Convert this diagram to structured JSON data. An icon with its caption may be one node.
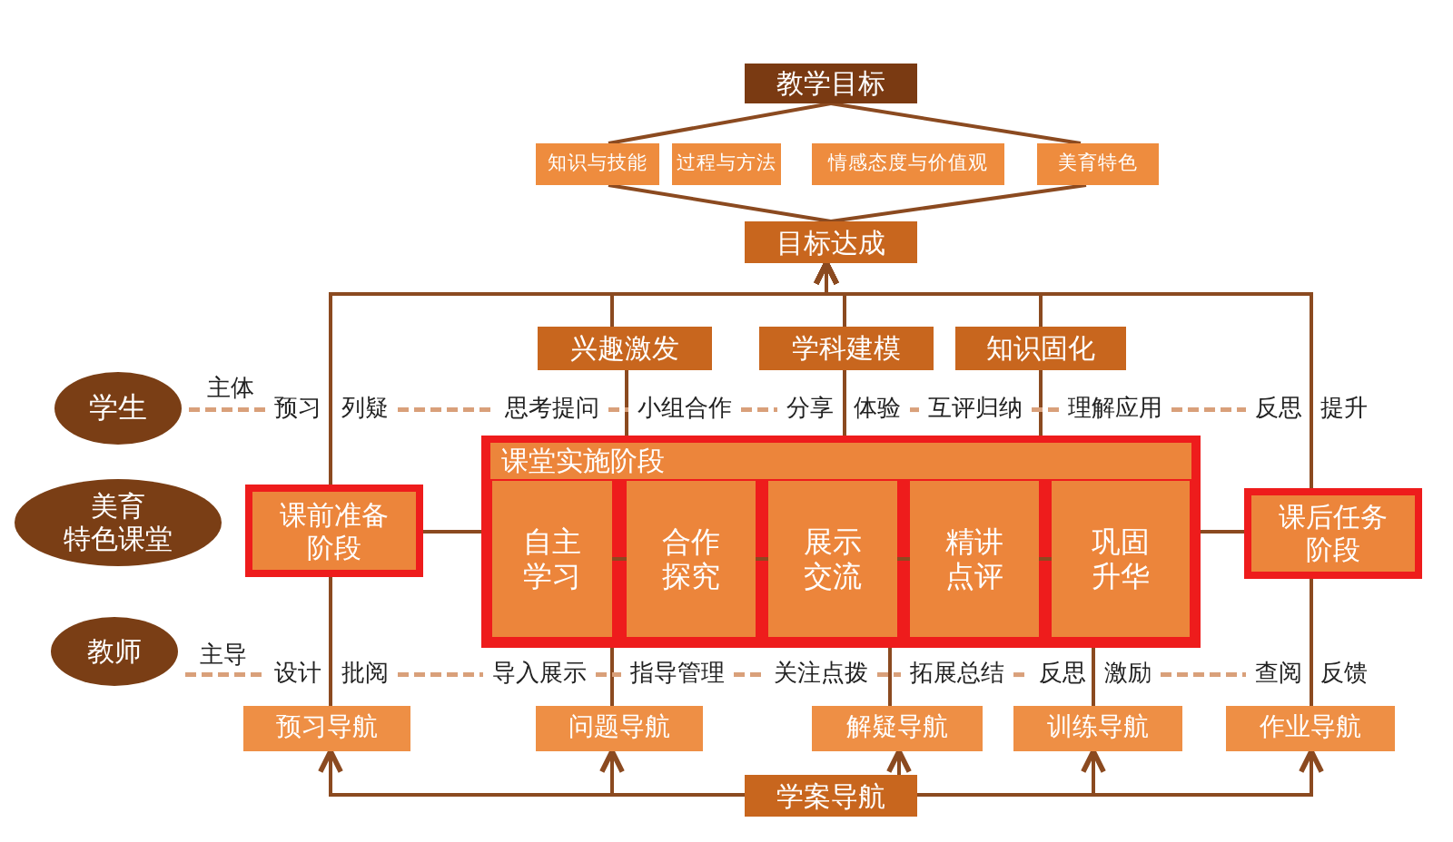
{
  "diagram": {
    "nodes": [
      {
        "text": [
          "教学目标"
        ]
      },
      {
        "text": [
          "知识与技能"
        ]
      },
      {
        "text": [
          "过程与方法"
        ]
      },
      {
        "text": [
          "情感态度与价值观"
        ]
      },
      {
        "text": [
          "美育特色"
        ]
      },
      {
        "text": [
          "目标达成"
        ]
      },
      {
        "text": [
          "兴趣激发"
        ]
      },
      {
        "text": [
          "学科建模"
        ]
      },
      {
        "text": [
          "知识固化"
        ]
      },
      {
        "text": [
          "学生"
        ]
      },
      {
        "text": [
          "美育特色课堂"
        ]
      },
      {
        "text": [
          "教师"
        ]
      },
      {
        "text": [
          "课前准备阶段"
        ]
      },
      {
        "text": [
          "课堂实施阶段"
        ]
      },
      {
        "text": [
          "自主学习"
        ],
        "in": 13
      },
      {
        "text": [
          "合作探究"
        ],
        "in": 13
      },
      {
        "text": [
          "展示交流"
        ],
        "in": 13
      },
      {
        "text": [
          "精讲点评"
        ],
        "in": 13
      },
      {
        "text": [
          "巩固升华"
        ],
        "in": 13
      },
      {
        "text": [
          "课后任务阶段"
        ]
      },
      {
        "text": [
          "预习导航"
        ]
      },
      {
        "text": [
          "问题导航"
        ]
      },
      {
        "text": [
          "解疑导航"
        ]
      },
      {
        "text": [
          "训练导航"
        ]
      },
      {
        "text": [
          "作业导航"
        ]
      },
      {
        "text": [
          "学案导航"
        ]
      },
      {
        "text": [
          "预习"
        ]
      },
      {
        "text": [
          "列疑"
        ]
      },
      {
        "text": [
          "思考提问"
        ]
      },
      {
        "text": [
          "小组合作"
        ]
      },
      {
        "text": [
          "分享"
        ]
      },
      {
        "text": [
          "体验"
        ]
      },
      {
        "text": [
          "互评归纳"
        ]
      },
      {
        "text": [
          "理解应用"
        ]
      },
      {
        "text": [
          "反思"
        ]
      },
      {
        "text": [
          "提升"
        ]
      },
      {
        "text": [
          "设计"
        ]
      },
      {
        "text": [
          "批阅"
        ]
      },
      {
        "text": [
          "导入展示"
        ]
      },
      {
        "text": [
          "指导管理"
        ]
      },
      {
        "text": [
          "关注点拨"
        ]
      },
      {
        "text": [
          "拓展总结"
        ]
      },
      {
        "text": [
          "反思"
        ]
      },
      {
        "text": [
          "激励"
        ]
      },
      {
        "text": [
          "查阅"
        ]
      },
      {
        "text": [
          "反馈"
        ]
      }
    ],
    "edges": [
      {
        "from": 0,
        "to": 1,
        "arrow": "none"
      },
      {
        "from": 0,
        "to": 4,
        "arrow": "none"
      },
      {
        "from": 1,
        "to": 5,
        "arrow": "none"
      },
      {
        "from": 4,
        "to": 5,
        "arrow": "none"
      },
      {
        "from": 12,
        "to": 5,
        "arrow": "to"
      },
      {
        "from": 6,
        "to": 5,
        "arrow": "to"
      },
      {
        "from": 7,
        "to": 5,
        "arrow": "to"
      },
      {
        "from": 8,
        "to": 5,
        "arrow": "to"
      },
      {
        "from": 19,
        "to": 5,
        "arrow": "to"
      },
      {
        "from": 13,
        "to": 6,
        "arrow": "none"
      },
      {
        "from": 13,
        "to": 7,
        "arrow": "none"
      },
      {
        "from": 13,
        "to": 8,
        "arrow": "none"
      },
      {
        "from": 12,
        "to": 13,
        "arrow": "none"
      },
      {
        "from": 13,
        "to": 19,
        "arrow": "none"
      },
      {
        "from": 14,
        "to": 15,
        "arrow": "none"
      },
      {
        "from": 15,
        "to": 16,
        "arrow": "none"
      },
      {
        "from": 16,
        "to": 17,
        "arrow": "none"
      },
      {
        "from": 17,
        "to": 18,
        "arrow": "none"
      },
      {
        "from": 20,
        "to": 12,
        "arrow": "none"
      },
      {
        "from": 21,
        "to": 13,
        "arrow": "none"
      },
      {
        "from": 22,
        "to": 13,
        "arrow": "none"
      },
      {
        "from": 23,
        "to": 13,
        "arrow": "none"
      },
      {
        "from": 24,
        "to": 19,
        "arrow": "none"
      },
      {
        "from": 25,
        "to": 20,
        "arrow": "to"
      },
      {
        "from": 25,
        "to": 21,
        "arrow": "to"
      },
      {
        "from": 25,
        "to": 22,
        "arrow": "to"
      },
      {
        "from": 25,
        "to": 23,
        "arrow": "to"
      },
      {
        "from": 25,
        "to": 24,
        "arrow": "to"
      },
      {
        "from": 9,
        "to": 26,
        "arrow": "none",
        "label": "主体",
        "style": "dashed",
        "color": "#d9a07a"
      },
      {
        "from": 27,
        "to": 28,
        "arrow": "none",
        "style": "dashed",
        "color": "#d9a07a"
      },
      {
        "from": 28,
        "to": 29,
        "arrow": "none",
        "style": "dashed",
        "color": "#d9a07a"
      },
      {
        "from": 29,
        "to": 30,
        "arrow": "none",
        "style": "dashed",
        "color": "#d9a07a"
      },
      {
        "from": 31,
        "to": 32,
        "arrow": "none",
        "style": "dashed",
        "color": "#d9a07a"
      },
      {
        "from": 32,
        "to": 33,
        "arrow": "none",
        "style": "dashed",
        "color": "#d9a07a"
      },
      {
        "from": 33,
        "to": 34,
        "arrow": "none",
        "style": "dashed",
        "color": "#d9a07a"
      },
      {
        "from": 11,
        "to": 36,
        "arrow": "none",
        "label": "主导",
        "style": "dashed",
        "color": "#d9a07a"
      },
      {
        "from": 37,
        "to": 38,
        "arrow": "none",
        "style": "dashed",
        "color": "#d9a07a"
      },
      {
        "from": 38,
        "to": 39,
        "arrow": "none",
        "style": "dashed",
        "color": "#d9a07a"
      },
      {
        "from": 39,
        "to": 40,
        "arrow": "none",
        "style": "dashed",
        "color": "#d9a07a"
      },
      {
        "from": 40,
        "to": 41,
        "arrow": "none",
        "style": "dashed",
        "color": "#d9a07a"
      },
      {
        "from": 41,
        "to": 42,
        "arrow": "none",
        "style": "dashed",
        "color": "#d9a07a"
      },
      {
        "from": 43,
        "to": 44,
        "arrow": "none",
        "style": "dashed",
        "color": "#d9a07a"
      }
    ]
  }
}
